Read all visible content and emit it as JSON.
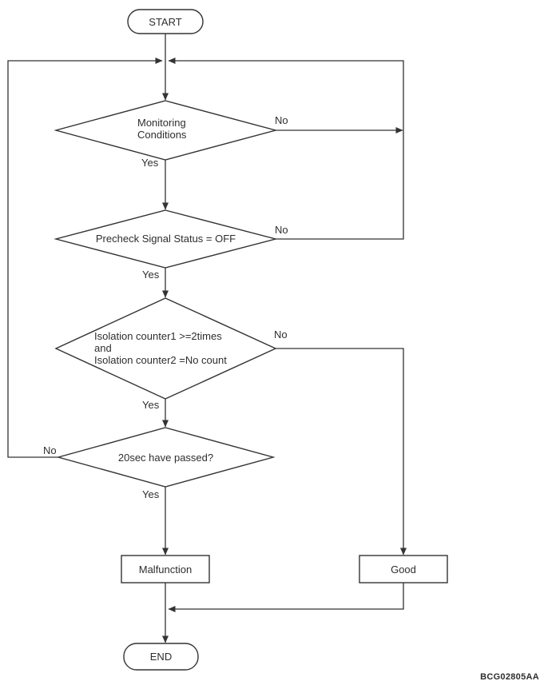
{
  "page": {
    "background_color": "#ffffff"
  },
  "diagram": {
    "type": "flowchart",
    "line_color": "#333333",
    "text_color": "#2e2e2e",
    "figure_code": "BCG02805AA",
    "nodes": {
      "start": {
        "label": "START",
        "shape": "terminator"
      },
      "monitoring": {
        "line1": "Monitoring",
        "line2": "Conditions",
        "shape": "decision"
      },
      "precheck": {
        "label": "Precheck Signal Status = OFF",
        "shape": "decision"
      },
      "isolation": {
        "line1": "Isolation counter1 >=2times",
        "line2": "and",
        "line3": "Isolation counter2 =No count",
        "shape": "decision"
      },
      "timer": {
        "label": "20sec have passed?",
        "shape": "decision"
      },
      "malfunction": {
        "label": "Malfunction",
        "shape": "process"
      },
      "good": {
        "label": "Good",
        "shape": "process"
      },
      "end": {
        "label": "END",
        "shape": "terminator"
      }
    },
    "branch_labels": {
      "yes": "Yes",
      "no": "No"
    }
  }
}
